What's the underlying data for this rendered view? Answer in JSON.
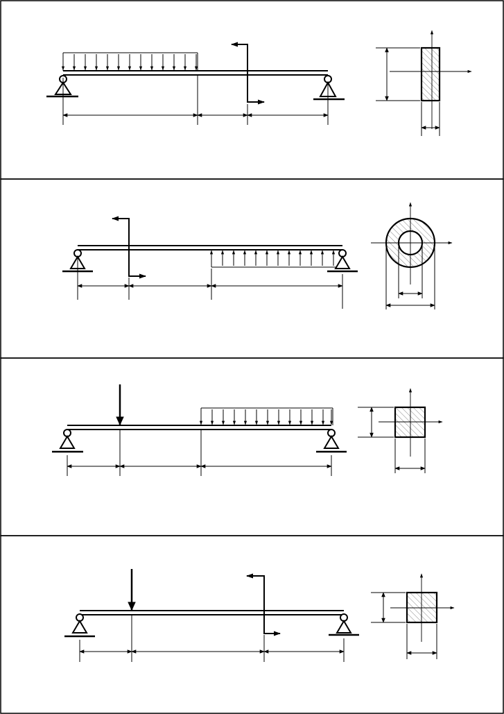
{
  "colors": {
    "ink": "#000000",
    "paper": "#ffffff",
    "hatch": "#888888"
  },
  "panels": [
    {
      "id": 1,
      "loads": [
        "distributed-load-down",
        "moment"
      ],
      "cross_section": "rectangle"
    },
    {
      "id": 2,
      "loads": [
        "moment",
        "distributed-load-up"
      ],
      "cross_section": "hollow-circle"
    },
    {
      "id": 3,
      "loads": [
        "point-force-down",
        "distributed-load-down"
      ],
      "cross_section": "square"
    },
    {
      "id": 4,
      "loads": [
        "point-force-down",
        "moment"
      ],
      "cross_section": "square"
    }
  ]
}
